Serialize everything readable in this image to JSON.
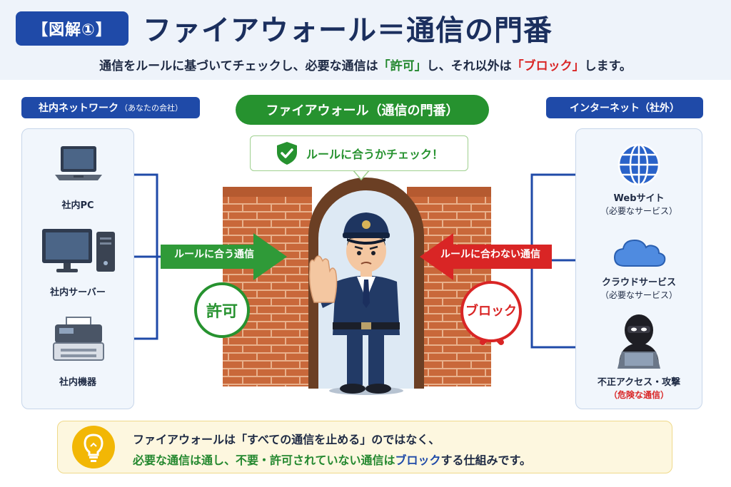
{
  "header": {
    "badge": "【図解①】",
    "title": "ファイアウォール＝通信の門番",
    "subtitle_parts": [
      "通信をルールに基づいてチェックし、必要な通信は",
      "「許可」",
      "し、それ以外は",
      "「ブロック」",
      "します。"
    ]
  },
  "internal": {
    "label": "社内ネットワーク",
    "label_note": "（あなたの会社）",
    "devices": [
      {
        "label": "社内PC",
        "icon": "laptop-icon"
      },
      {
        "label": "社内サーバー",
        "icon": "desktop-server-icon"
      },
      {
        "label": "社内機器",
        "icon": "printer-icon"
      }
    ]
  },
  "firewall": {
    "label": "ファイアウォール（通信の門番）",
    "check_text": "ルールに合うかチェック！",
    "check_icon": "shield-check-icon"
  },
  "internet": {
    "label": "インターネット（社外）",
    "items": [
      {
        "label": "Webサイト",
        "sub": "（必要なサービス）",
        "icon": "globe-icon"
      },
      {
        "label": "クラウドサービス",
        "sub": "（必要なサービス）",
        "icon": "cloud-icon"
      },
      {
        "label": "不正アクセス・攻撃",
        "sub": "（危険な通信）",
        "icon": "hacker-icon"
      }
    ]
  },
  "flows": {
    "allow_arrow": "ルールに合う通信",
    "allow_verdict": "許可",
    "block_arrow": "ルールに合わない通信",
    "block_verdict": "ブロック"
  },
  "note": {
    "line1": "ファイアウォールは「すべての通信を止める」のではなく、",
    "line2_parts": [
      "必要な通信は通し、不要・許可されていない通信は",
      "ブロック",
      "する仕組みです。"
    ],
    "icon": "lightbulb-icon"
  },
  "colors": {
    "navy": "#1f4aa8",
    "green": "#26922f",
    "red": "#d92525",
    "brick": "#c9683a"
  }
}
